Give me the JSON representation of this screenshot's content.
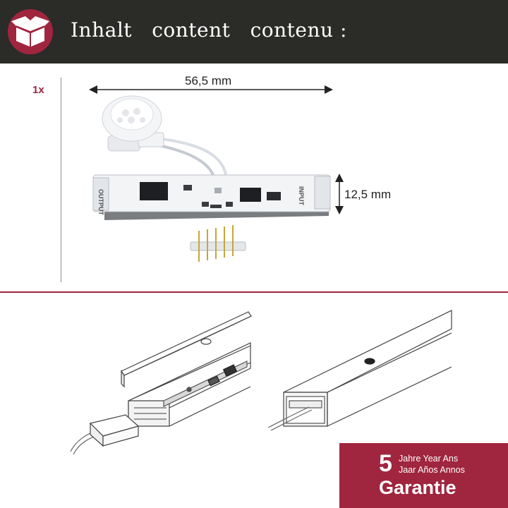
{
  "header": {
    "title": "Inhalt   content   contenu :",
    "icon": "open-box-icon",
    "icon_color": "#a0253e",
    "background": "#2b2b28"
  },
  "contents": {
    "quantity": "1x",
    "width_label": "56,5 mm",
    "height_label": "12,5 mm",
    "pcb_marking_left": "OUTPUT",
    "pcb_marking_right": "INPUT"
  },
  "warranty": {
    "number": "5",
    "line1": "Jahre Year Ans",
    "line2": "Jaar Años Annos",
    "label": "Garantie",
    "background": "#a0253e"
  }
}
